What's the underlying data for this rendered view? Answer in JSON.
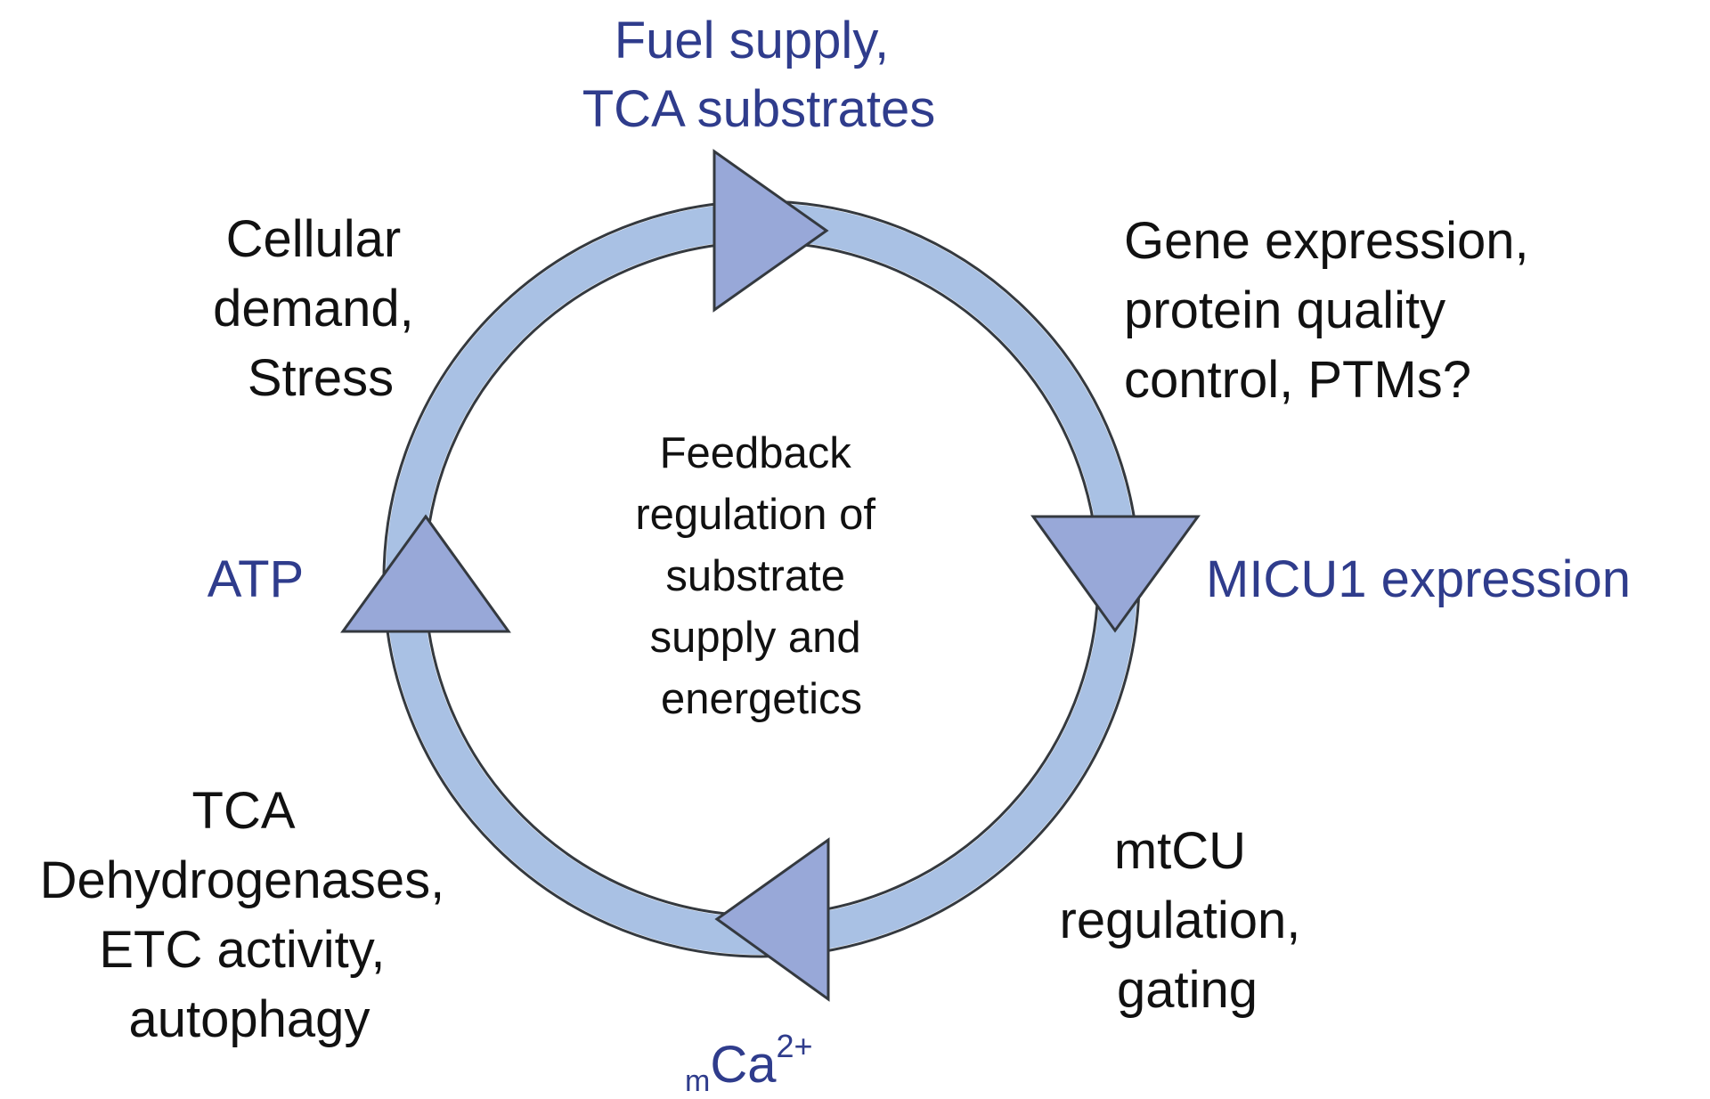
{
  "colors": {
    "ring_fill": "#a9c1e4",
    "ring_stroke": "#34393f",
    "arrow_fill": "#98a8d8",
    "node_text": "#2f3c8c",
    "body_text": "#111111"
  },
  "center": {
    "lines": [
      "Feedback",
      "regulation of",
      "substrate",
      "supply and",
      "energetics"
    ]
  },
  "nodes": {
    "fuel_supply": {
      "lines": [
        "Fuel supply,",
        "TCA substrates"
      ],
      "icon": "triangle-arrow-right-icon"
    },
    "micu1": {
      "lines": [
        "MICU1 expression"
      ],
      "icon": "triangle-arrow-down-icon"
    },
    "mca": {
      "prefix": "m",
      "main": "Ca",
      "sup": "2+",
      "icon": "triangle-arrow-left-icon"
    },
    "atp": {
      "lines": [
        "ATP"
      ],
      "icon": "triangle-arrow-up-icon"
    }
  },
  "processes": {
    "gene_expression": {
      "lines": [
        "Gene expression,",
        "protein quality",
        "control, PTMs?"
      ]
    },
    "mtcu_regulation": {
      "lines": [
        "mtCU",
        "regulation,",
        "gating"
      ]
    },
    "tca_dehydrogenases": {
      "lines": [
        "TCA",
        "Dehydrogenases,",
        "ETC activity,",
        "autophagy"
      ]
    },
    "cellular_demand": {
      "lines": [
        "Cellular",
        "demand,",
        "Stress"
      ]
    }
  }
}
